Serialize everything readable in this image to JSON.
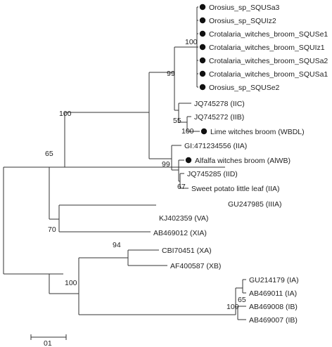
{
  "tree": {
    "leaves": [
      {
        "id": "L1",
        "label": "Orosius_sp_SQUSa3",
        "marker": true
      },
      {
        "id": "L2",
        "label": "Orosius_sp_SQUIz2",
        "marker": true
      },
      {
        "id": "L3",
        "label": "Crotalaria_witches_broom_SQUSe1",
        "marker": true
      },
      {
        "id": "L4",
        "label": "Crotalaria_witches_broom_SQUIz1",
        "marker": true
      },
      {
        "id": "L5",
        "label": "Crotalaria_witches_broom_SQUSa2",
        "marker": true
      },
      {
        "id": "L6",
        "label": "Crotalaria_witches_broom_SQUSa1",
        "marker": true
      },
      {
        "id": "L7",
        "label": "Orosius_sp_SQUSe2",
        "marker": true
      },
      {
        "id": "L8",
        "label": "JQ745278 (IIC)",
        "marker": false
      },
      {
        "id": "L9",
        "label": "JQ745272 (IIB)",
        "marker": false
      },
      {
        "id": "L10",
        "label": "Lime witches broom (WBDL)",
        "marker": true
      },
      {
        "id": "L11",
        "label": "GI:471234556 (IIA)",
        "marker": false
      },
      {
        "id": "L12",
        "label": "Alfalfa witches broom (AlWB)",
        "marker": true
      },
      {
        "id": "L13",
        "label": "JQ745285 (IID)",
        "marker": false
      },
      {
        "id": "L14",
        "label": "Sweet potato little leaf (IIA)",
        "marker": false
      },
      {
        "id": "L15",
        "label": "GU247985 (IIIA)",
        "marker": false
      },
      {
        "id": "L16",
        "label": "KJ402359 (VA)",
        "marker": false
      },
      {
        "id": "L17",
        "label": "AB469012 (XIA)",
        "marker": false
      },
      {
        "id": "L18",
        "label": "CBI70451 (XA)",
        "marker": false
      },
      {
        "id": "L19",
        "label": "AF400587 (XB)",
        "marker": false
      },
      {
        "id": "L20",
        "label": "GU214179 (IA)",
        "marker": false
      },
      {
        "id": "L21",
        "label": "AB469011 (IA)",
        "marker": false
      },
      {
        "id": "L22",
        "label": "AB469008 (IB)",
        "marker": false
      },
      {
        "id": "L23",
        "label": "AB469007 (IB)",
        "marker": false
      }
    ],
    "bootstrap": [
      {
        "node": "oro",
        "value": "100"
      },
      {
        "node": "iic_group",
        "value": "99"
      },
      {
        "node": "group_ii",
        "value": "100"
      },
      {
        "node": "iib_group",
        "value": "55"
      },
      {
        "node": "lime",
        "value": "100"
      },
      {
        "node": "iia_group",
        "value": "99"
      },
      {
        "node": "iid_group",
        "value": "67"
      },
      {
        "node": "ii_iii",
        "value": "65"
      },
      {
        "node": "va_xia",
        "value": "70"
      },
      {
        "node": "xa_xb",
        "value": "94"
      },
      {
        "node": "x_i",
        "value": "100"
      },
      {
        "node": "ia_ib",
        "value": "100"
      },
      {
        "node": "ia_sub",
        "value": "65"
      }
    ],
    "scale_label": "01"
  }
}
